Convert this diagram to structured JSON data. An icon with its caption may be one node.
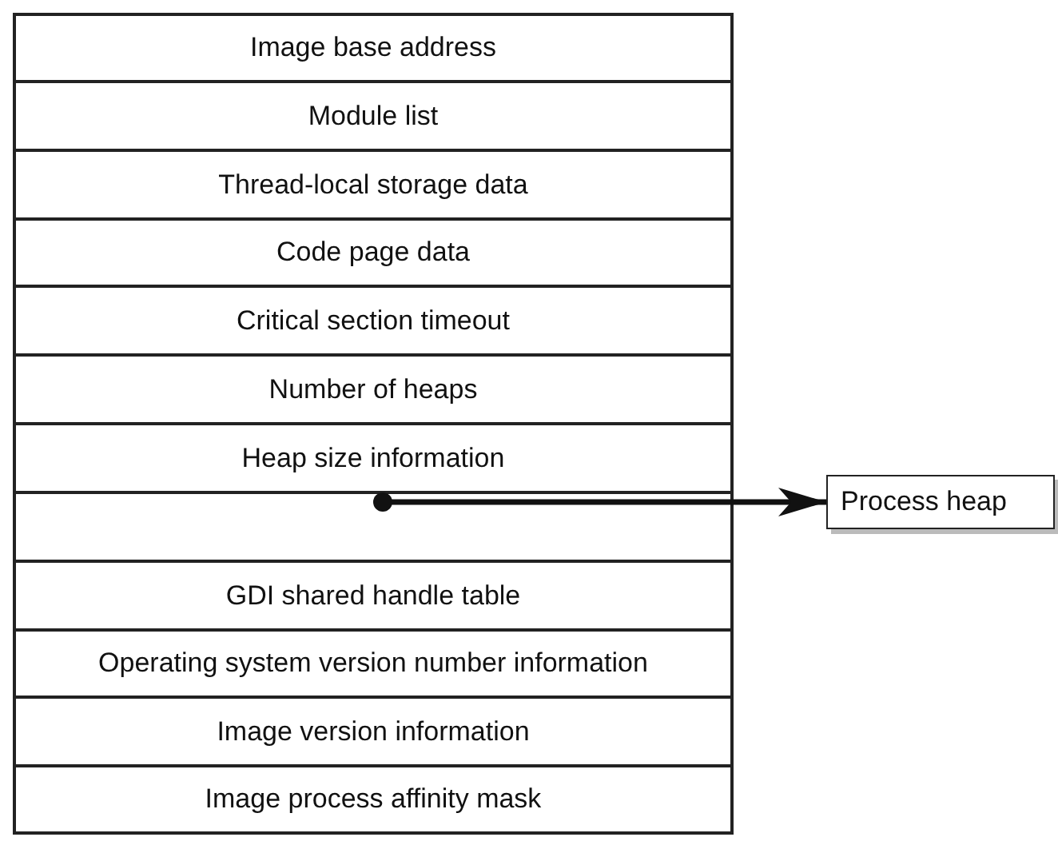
{
  "diagram": {
    "nodes": [
      {
        "text": [
          "Image base address"
        ]
      },
      {
        "text": [
          "Module list"
        ]
      },
      {
        "text": [
          "Thread-local storage data"
        ]
      },
      {
        "text": [
          "Code page data"
        ]
      },
      {
        "text": [
          "Critical section timeout"
        ]
      },
      {
        "text": [
          "Number of heaps"
        ]
      },
      {
        "text": [
          "Heap size information"
        ]
      },
      {
        "text": [],
        "shape": "box"
      },
      {
        "text": [
          "GDI shared handle table"
        ]
      },
      {
        "text": [
          "Operating system version number information"
        ]
      },
      {
        "text": [
          "Image version information"
        ]
      },
      {
        "text": [
          "Image process affinity mask"
        ]
      },
      {
        "text": [
          "Process heap"
        ]
      }
    ],
    "edges": [
      {
        "from": 7,
        "to": 12,
        "arrow": "to"
      }
    ]
  }
}
